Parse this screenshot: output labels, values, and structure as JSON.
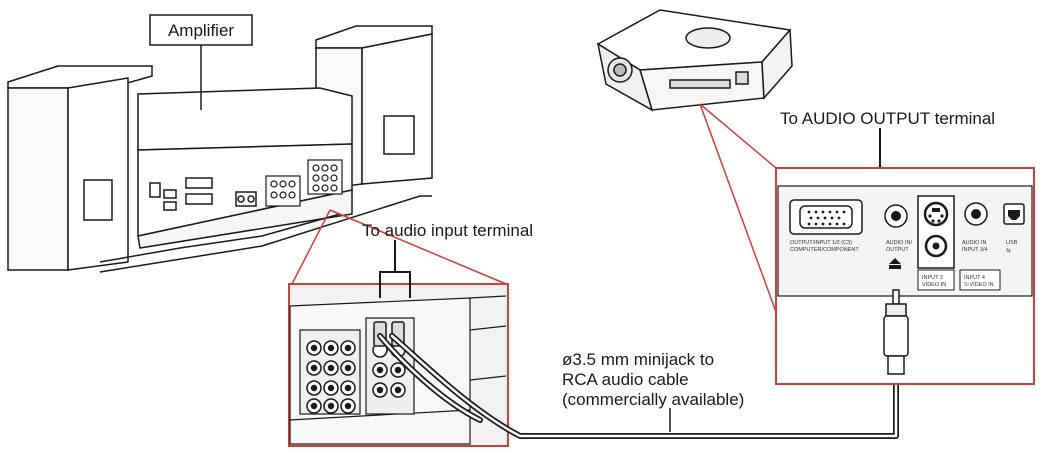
{
  "labels": {
    "amplifier": "Amplifier",
    "audio_input": "To audio input terminal",
    "audio_output": "To AUDIO OUTPUT terminal",
    "cable_line1": "ø3.5 mm minijack to",
    "cable_line2": "RCA audio cable",
    "cable_line3": "(commercially available)"
  },
  "panel_labels": {
    "rgb_port": "OUTPUT/INPUT 1/2 (C3)",
    "rgb_port_sub": "COMPUTER/COMPONENT",
    "audio_out_top": "AUDIO IN/",
    "audio_out_bottom": "OUTPUT",
    "input3": "INPUT 3",
    "input3_sub": "VIDEO IN",
    "audio_in4": "AUDIO IN",
    "audio_in4_sub": "INPUT 3/4",
    "input4": "INPUT 4",
    "input4_sub": "S-VIDEO IN",
    "usb": "USB"
  },
  "colors": {
    "callout_red": "#d63a3a",
    "line": "#1a1a1a",
    "panel_fill": "#f4f4f4"
  }
}
